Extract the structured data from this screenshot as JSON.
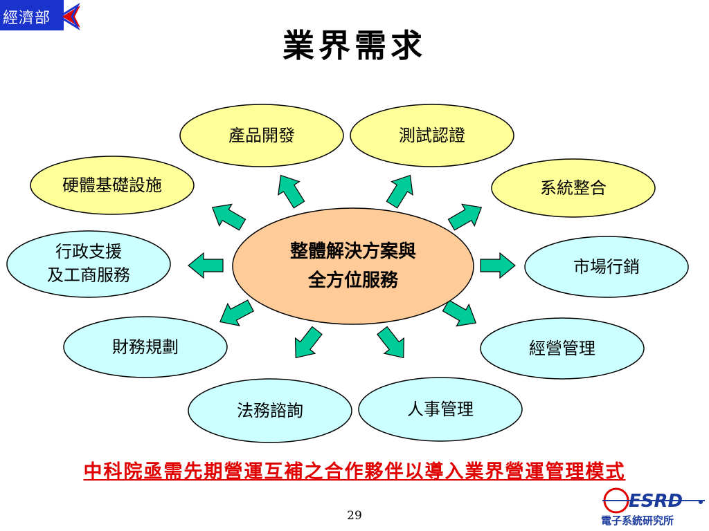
{
  "header": {
    "logo_text": "經濟部",
    "title": "業界需求"
  },
  "diagram": {
    "center": {
      "line1": "整體解決方案與",
      "line2": "全方位服務"
    },
    "nodes": [
      {
        "id": "product-dev",
        "label": "產品開發",
        "color": "#ffff99"
      },
      {
        "id": "testing",
        "label": "測試認證",
        "color": "#ffff99"
      },
      {
        "id": "hardware",
        "label": "硬體基礎設施",
        "color": "#ffff99"
      },
      {
        "id": "system-integration",
        "label": "系統整合",
        "color": "#ffff99"
      },
      {
        "id": "admin-support",
        "line1": "行政支援",
        "line2": "及工商服務",
        "color": "#ccffff"
      },
      {
        "id": "marketing",
        "label": "市場行銷",
        "color": "#ccffff"
      },
      {
        "id": "finance",
        "label": "財務規劃",
        "color": "#ccffff"
      },
      {
        "id": "operation-mgmt",
        "label": "經營管理",
        "color": "#ccffff"
      },
      {
        "id": "legal",
        "label": "法務諮詢",
        "color": "#ccffff"
      },
      {
        "id": "hr",
        "label": "人事管理",
        "color": "#ccffff"
      }
    ],
    "colors": {
      "center_fill": "#ffcc99",
      "arrow_fill": "#00cc99",
      "arrow_stroke": "#000000"
    }
  },
  "footer": {
    "text": "中科院亟需先期營運互補之合作夥伴以導入業界營運管理模式",
    "color": "#e00000"
  },
  "page_number": "29",
  "org": {
    "logo_text": "ESRD",
    "name": "電子系統研究所"
  }
}
